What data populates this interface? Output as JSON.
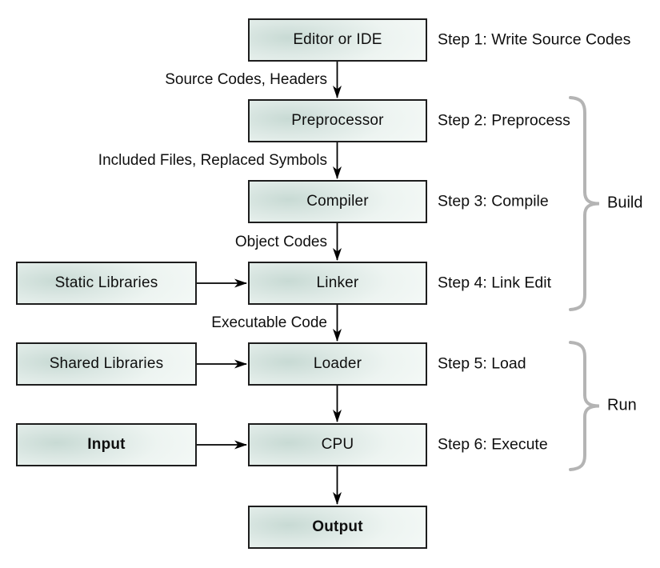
{
  "nodes": {
    "editor": "Editor or IDE",
    "preprocessor": "Preprocessor",
    "compiler": "Compiler",
    "linker": "Linker",
    "loader": "Loader",
    "cpu": "CPU",
    "output": "Output",
    "static_libraries": "Static Libraries",
    "shared_libraries": "Shared Libraries",
    "input": "Input"
  },
  "edge_labels": {
    "editor_to_preprocessor": "Source Codes, Headers",
    "preprocessor_to_compiler": "Included Files, Replaced Symbols",
    "compiler_to_linker": "Object Codes",
    "linker_to_loader": "Executable Code"
  },
  "steps": {
    "step_1": "Step 1: Write Source Codes",
    "step_2": "Step 2: Preprocess",
    "step_3": "Step 3: Compile",
    "step_4": "Step 4: Link Edit",
    "step_5": "Step 5: Load",
    "step_6": "Step 6: Execute"
  },
  "groups": {
    "build": "Build",
    "run": "Run"
  },
  "colors": {
    "box_border": "#1d1d1d",
    "box_fill_dark": "#c8dad4",
    "box_fill_light": "#f6faf8",
    "arrow": "#000000",
    "brace": "#b4b4b4",
    "text": "#0f0f0f"
  }
}
